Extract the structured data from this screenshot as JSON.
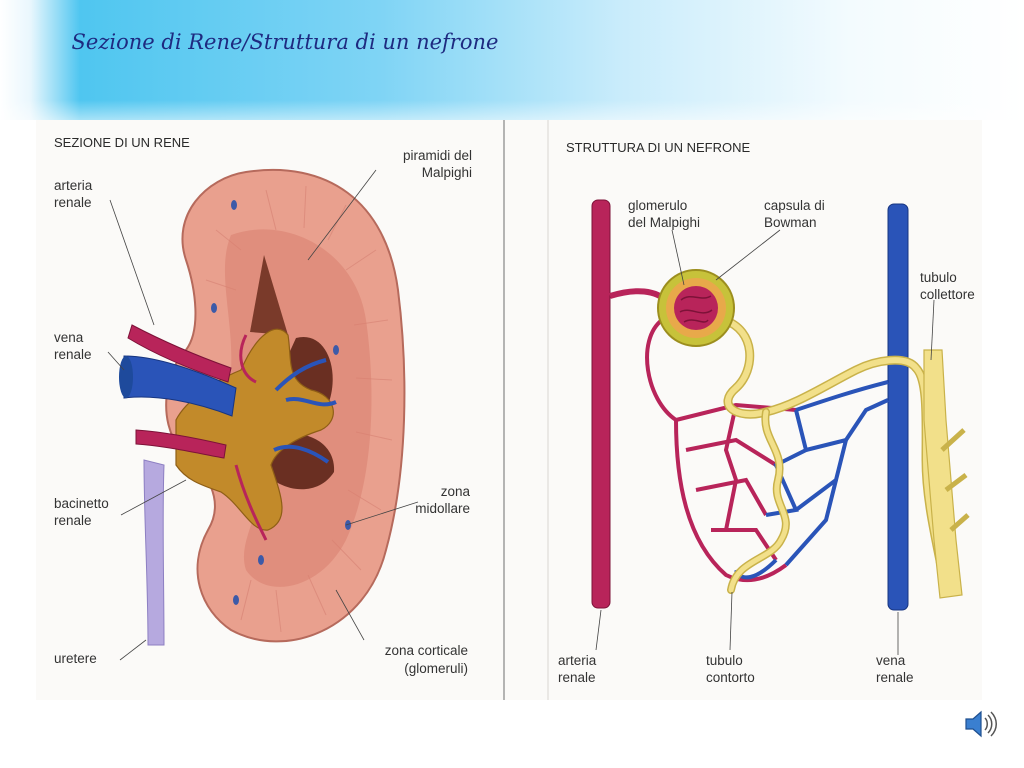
{
  "slide": {
    "title": "Sezione di Rene/Struttura di un nefrone"
  },
  "kidney_panel": {
    "heading": "SEZIONE DI UN RENE",
    "labels": {
      "arteria_renale": [
        "arteria",
        "renale"
      ],
      "vena_renale": [
        "vena",
        "renale"
      ],
      "bacinetto_renale": [
        "bacinetto",
        "renale"
      ],
      "uretere": [
        "uretere"
      ],
      "piramidi": [
        "piramidi del",
        "Malpighi"
      ],
      "zona_midollare": [
        "zona",
        "midollare"
      ],
      "zona_corticale": [
        "zona corticale",
        "(glomeruli)"
      ]
    }
  },
  "nephron_panel": {
    "heading": "STRUTTURA DI UN NEFRONE",
    "labels": {
      "glomerulo": [
        "glomerulo",
        "del Malpighi"
      ],
      "capsula": [
        "capsula di",
        "Bowman"
      ],
      "tubulo_collettore": [
        "tubulo",
        "collettore"
      ],
      "arteria_renale": [
        "arteria",
        "renale"
      ],
      "tubulo_contorto": [
        "tubulo",
        "contorto"
      ],
      "vena_renale": [
        "vena",
        "renale"
      ]
    }
  },
  "colors": {
    "artery": "#b8245a",
    "vein": "#2a54b8",
    "cortex": "#e9a08e",
    "pelvis": "#c28a2a",
    "tubule": "#f2e08a",
    "ureter": "#b6a9df"
  },
  "icons": {
    "audio": "speaker-icon"
  }
}
